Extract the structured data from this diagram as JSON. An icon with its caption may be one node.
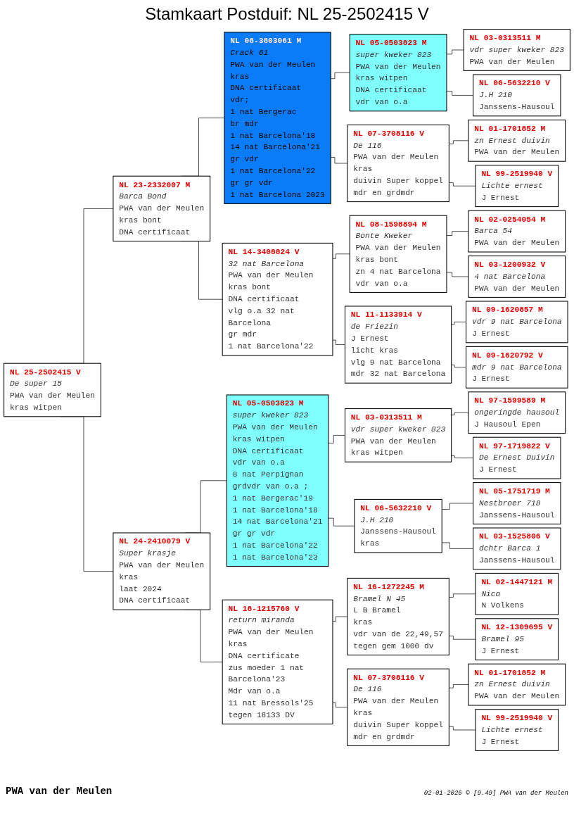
{
  "diagram": {
    "title": "Stamkaart Postduif: NL 25-2502415 V",
    "nodes": [
      {
        "text": [
          "NL 25-2502415 V",
          "De super 15",
          "PWA van der Meulen",
          "kras witpen"
        ]
      },
      {
        "text": [
          "NL 23-2332007 M",
          "Barca Bond",
          "PWA van der Meulen",
          "kras bont",
          "DNA certificaat"
        ]
      },
      {
        "text": [
          "NL 24-2410079 V",
          "Super krasje",
          "PWA van der Meulen",
          "kras",
          "laat 2024",
          "DNA certificaat"
        ]
      },
      {
        "text": [
          "NL 08-3803061 M",
          "Crack 61",
          "PWA van der Meulen",
          "kras",
          "DNA certificaat",
          "vdr;",
          "1 nat Bergerac",
          "br mdr",
          "1 nat Barcelona'18",
          "14 nat Barcelona'21",
          "gr vdr",
          "1 nat Barcelona'22",
          "gr gr vdr",
          "1 nat Barcelona 2023"
        ]
      },
      {
        "text": [
          "NL 14-3408824 V",
          "32 nat Barcelona",
          "PWA van der Meulen",
          "kras bont",
          "DNA certificaat",
          "vlg o.a 32 nat Barcelona",
          "gr mdr",
          "1 nat Barcelona'22"
        ]
      },
      {
        "text": [
          "NL 05-0503823 M",
          "super kweker 823",
          "PWA van der Meulen",
          "kras witpen",
          "DNA certificaat",
          "vdr van o.a",
          "8 nat Perpignan",
          "grdvdr van o.a ;",
          "1 nat Bergerac'19",
          "1 nat Barcelona'18",
          "14 nat Barcelona'21",
          "gr gr vdr",
          "1 nat Barcelona'22",
          "1 nat Barcelona'23"
        ]
      },
      {
        "text": [
          "NL 18-1215760 V",
          "return miranda",
          "PWA van der Meulen",
          "kras",
          "DNA certificate",
          "zus moeder 1 nat Barcelona'23",
          "Mdr van o.a",
          "11 nat Bressols'25",
          "tegen 18133 DV"
        ]
      },
      {
        "text": [
          "NL 05-0503823 M",
          "super kweker 823",
          "PWA van der Meulen",
          "kras witpen",
          "DNA certificaat",
          "vdr van o.a"
        ]
      },
      {
        "text": [
          "NL 07-3708116 V",
          "De 116",
          "PWA van der Meulen",
          "kras",
          "duivin Super koppel",
          "mdr en grdmdr"
        ]
      },
      {
        "text": [
          "NL 08-1598894 M",
          "Bonte Kweker",
          "PWA van der Meulen",
          "kras bont",
          "zn 4 nat Barcelona",
          "vdr van o.a"
        ]
      },
      {
        "text": [
          "NL 11-1133914 V",
          "de Friezin",
          "J Ernest",
          "licht kras",
          "vlg 9 nat Barcelona",
          "mdr 32 nat Barcelona"
        ]
      },
      {
        "text": [
          "NL 03-0313511 M",
          "vdr super kweker 823",
          "PWA van der Meulen",
          "kras witpen"
        ]
      },
      {
        "text": [
          "NL 06-5632210 V",
          "J.H 210",
          "Janssens-Hausoul",
          "kras"
        ]
      },
      {
        "text": [
          "NL 16-1272245 M",
          "Bramel N 45",
          "L B Bramel",
          "kras",
          "vdr van de 22,49,57",
          "tegen gem 1000 dv"
        ]
      },
      {
        "text": [
          "NL 07-3708116 V",
          "De 116",
          "PWA van der Meulen",
          "kras",
          "duivin Super koppel",
          "mdr en grdmdr"
        ]
      },
      {
        "text": [
          "NL 03-0313511 M",
          "vdr super kweker 823",
          "PWA van der Meulen"
        ]
      },
      {
        "text": [
          "NL 06-5632210 V",
          "J.H 210",
          "Janssens-Hausoul"
        ]
      },
      {
        "text": [
          "NL 01-1701852 M",
          "zn Ernest duivin",
          "PWA van der Meulen"
        ]
      },
      {
        "text": [
          "NL 99-2519940 V",
          "Lichte ernest",
          "J Ernest"
        ]
      },
      {
        "text": [
          "NL 02-0254054 M",
          "Barca 54",
          "PWA van der Meulen"
        ]
      },
      {
        "text": [
          "NL 03-1200932 V",
          "4 nat Barcelona",
          "PWA van der Meulen"
        ]
      },
      {
        "text": [
          "NL 09-1620857 M",
          "vdr 9 nat Barcelona",
          "J Ernest"
        ]
      },
      {
        "text": [
          "NL 09-1620792 V",
          "mdr 9 nat Barcelona",
          "J Ernest"
        ]
      },
      {
        "text": [
          "NL 97-1599589 M",
          "ongeringde hausoul",
          "J Hausoul Epen"
        ]
      },
      {
        "text": [
          "NL 97-1719822 V",
          "De Ernest Duivin",
          "J Ernest"
        ]
      },
      {
        "text": [
          "NL 05-1751719 M",
          "Nestbroer 718",
          "Janssens-Hausoul"
        ]
      },
      {
        "text": [
          "NL 03-1525806 V",
          "dchtr Barca 1",
          "Janssens-Hausoul"
        ]
      },
      {
        "text": [
          "NL 02-1447121 M",
          "Nico",
          "N Volkens"
        ]
      },
      {
        "text": [
          "NL 12-1309695 V",
          "Bramel 95",
          "J Ernest"
        ]
      },
      {
        "text": [
          "NL 01-1701852 M",
          "zn Ernest duivin",
          "PWA van der Meulen"
        ]
      },
      {
        "text": [
          "NL 99-2519940 V",
          "Lichte ernest",
          "J Ernest"
        ]
      }
    ],
    "edges": [
      {
        "from": 0,
        "to": 1,
        "arrow": "none"
      },
      {
        "from": 0,
        "to": 2,
        "arrow": "none"
      },
      {
        "from": 1,
        "to": 3,
        "arrow": "none"
      },
      {
        "from": 1,
        "to": 4,
        "arrow": "none"
      },
      {
        "from": 2,
        "to": 5,
        "arrow": "none"
      },
      {
        "from": 2,
        "to": 6,
        "arrow": "none"
      },
      {
        "from": 3,
        "to": 7,
        "arrow": "none"
      },
      {
        "from": 3,
        "to": 8,
        "arrow": "none"
      },
      {
        "from": 4,
        "to": 9,
        "arrow": "none"
      },
      {
        "from": 4,
        "to": 10,
        "arrow": "none"
      },
      {
        "from": 5,
        "to": 11,
        "arrow": "none"
      },
      {
        "from": 5,
        "to": 12,
        "arrow": "none"
      },
      {
        "from": 6,
        "to": 13,
        "arrow": "none"
      },
      {
        "from": 6,
        "to": 14,
        "arrow": "none"
      },
      {
        "from": 7,
        "to": 15,
        "arrow": "none"
      },
      {
        "from": 7,
        "to": 16,
        "arrow": "none"
      },
      {
        "from": 8,
        "to": 17,
        "arrow": "none"
      },
      {
        "from": 8,
        "to": 18,
        "arrow": "none"
      },
      {
        "from": 9,
        "to": 19,
        "arrow": "none"
      },
      {
        "from": 9,
        "to": 20,
        "arrow": "none"
      },
      {
        "from": 10,
        "to": 21,
        "arrow": "none"
      },
      {
        "from": 10,
        "to": 22,
        "arrow": "none"
      },
      {
        "from": 11,
        "to": 23,
        "arrow": "none"
      },
      {
        "from": 11,
        "to": 24,
        "arrow": "none"
      },
      {
        "from": 12,
        "to": 25,
        "arrow": "none"
      },
      {
        "from": 12,
        "to": 26,
        "arrow": "none"
      },
      {
        "from": 13,
        "to": 27,
        "arrow": "none"
      },
      {
        "from": 13,
        "to": 28,
        "arrow": "none"
      },
      {
        "from": 14,
        "to": 29,
        "arrow": "none"
      },
      {
        "from": 14,
        "to": 30,
        "arrow": "none"
      }
    ],
    "labels": [
      "PWA van der Meulen",
      "02-01-2026 © [9.49] PWA van der Meulen"
    ]
  }
}
